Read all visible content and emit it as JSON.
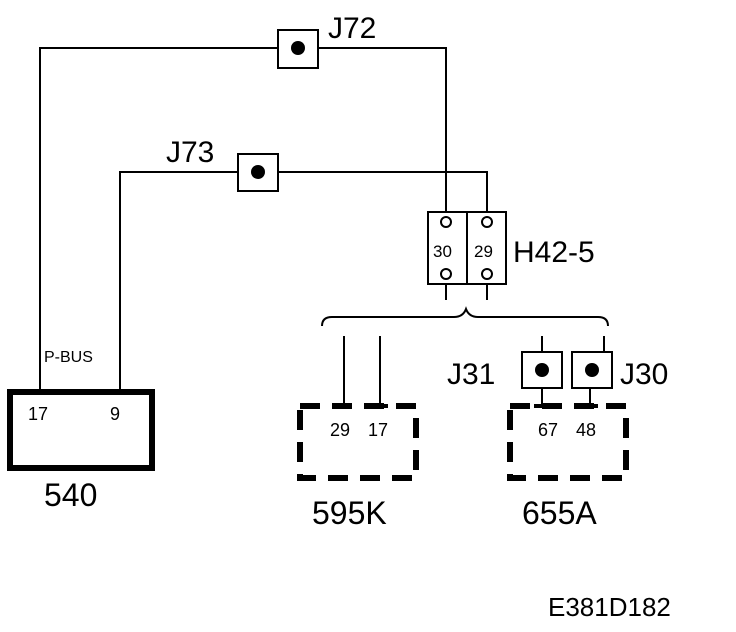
{
  "junctions": {
    "j72": "J72",
    "j73": "J73",
    "j31": "J31",
    "j30": "J30"
  },
  "connector": {
    "name": "H42-5",
    "pin_left": "30",
    "pin_right": "29"
  },
  "bus_label": "P-BUS",
  "module_540": {
    "name": "540",
    "pin_left": "17",
    "pin_right": "9"
  },
  "module_595k": {
    "name": "595K",
    "pin_left": "29",
    "pin_right": "17"
  },
  "module_655a": {
    "name": "655A",
    "pin_left": "67",
    "pin_right": "48"
  },
  "diagram_id": "E381D182",
  "colors": {
    "ink": "#000000",
    "background": "#ffffff"
  }
}
